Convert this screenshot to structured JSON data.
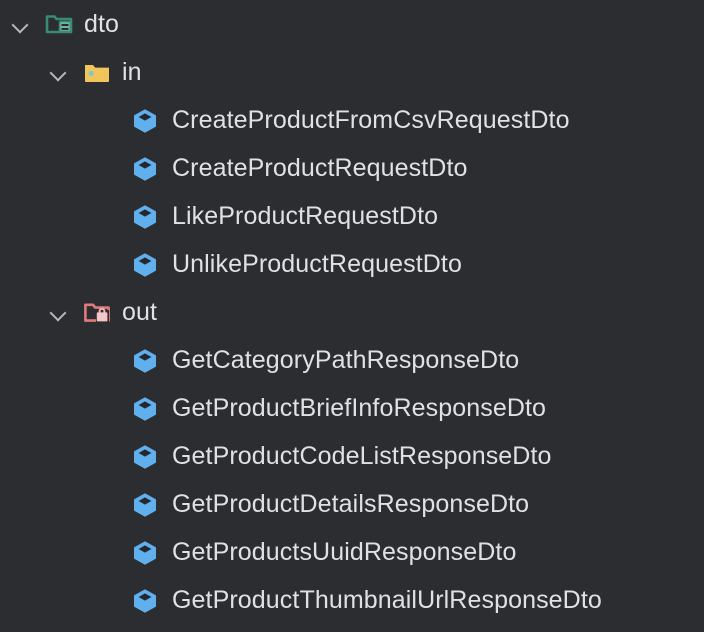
{
  "theme": {
    "background": "#2b2d30",
    "text_color": "#dfe1e5",
    "chevron_color": "#b4b8bf",
    "package_icon_color": "#3a8a74",
    "in_folder_color": "#f2c55c",
    "out_folder_color": "#e07b7b",
    "class_icon_color": "#5fb0ec"
  },
  "tree": {
    "root": {
      "label": "dto",
      "icon": "package-folder-icon",
      "expanded": true,
      "chevron": "chevron-down-icon"
    },
    "groups": [
      {
        "label": "in",
        "icon": "folder-in-icon",
        "expanded": true,
        "chevron": "chevron-down-icon",
        "items": [
          {
            "label": "CreateProductFromCsvRequestDto",
            "icon": "class-icon"
          },
          {
            "label": "CreateProductRequestDto",
            "icon": "class-icon"
          },
          {
            "label": "LikeProductRequestDto",
            "icon": "class-icon"
          },
          {
            "label": "UnlikeProductRequestDto",
            "icon": "class-icon"
          }
        ]
      },
      {
        "label": "out",
        "icon": "folder-out-icon",
        "expanded": true,
        "chevron": "chevron-down-icon",
        "items": [
          {
            "label": "GetCategoryPathResponseDto",
            "icon": "class-icon"
          },
          {
            "label": "GetProductBriefInfoResponseDto",
            "icon": "class-icon"
          },
          {
            "label": "GetProductCodeListResponseDto",
            "icon": "class-icon"
          },
          {
            "label": "GetProductDetailsResponseDto",
            "icon": "class-icon"
          },
          {
            "label": "GetProductsUuidResponseDto",
            "icon": "class-icon"
          },
          {
            "label": "GetProductThumbnailUrlResponseDto",
            "icon": "class-icon"
          }
        ]
      }
    ]
  }
}
